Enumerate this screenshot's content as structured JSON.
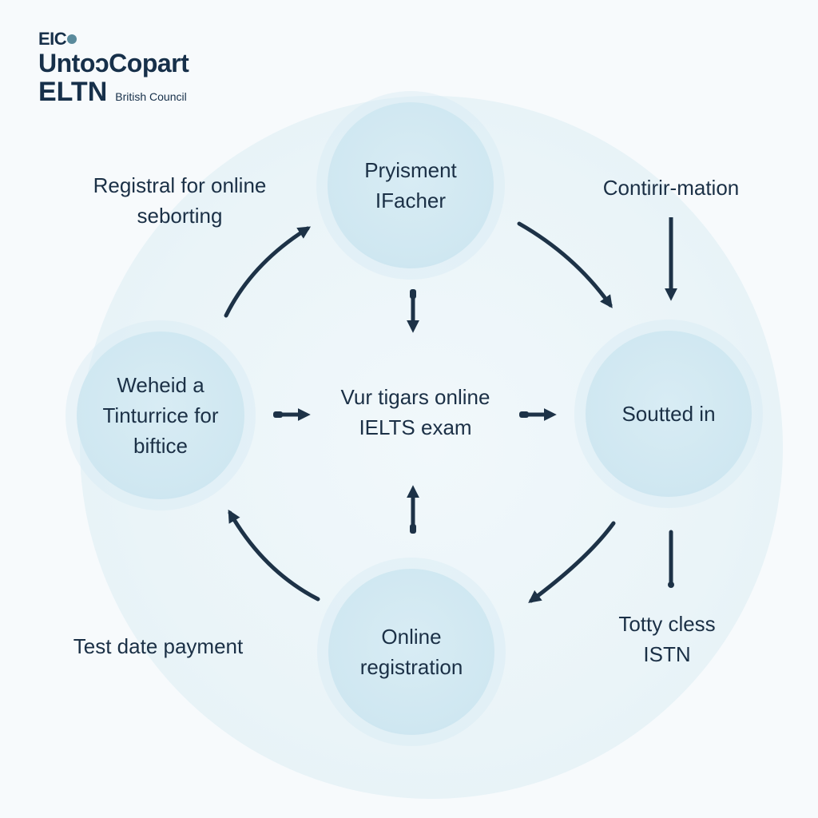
{
  "logo": {
    "line1": "EIC",
    "line2": "UntoↄCopart",
    "line3": "ELTN",
    "subtitle": "British Council"
  },
  "nodes": {
    "top": "Pryisment\nIFacher",
    "left": "Weheid a\nTinturrice for\nbiftice",
    "right": "Soutted in",
    "bottom": "Online\nregistration"
  },
  "center_text": "Vur tigars online\nIELTS exam",
  "corner_labels": {
    "top_left": "Registral for online\nseborting",
    "top_right": "Contirir-mation",
    "bottom_left": "Test date payment",
    "bottom_right": "Totty cless\nISTN"
  },
  "colors": {
    "background": "#f7fafc",
    "node_fill": "#cfe7f1",
    "text": "#1b3046",
    "arrow": "#1d3247"
  }
}
